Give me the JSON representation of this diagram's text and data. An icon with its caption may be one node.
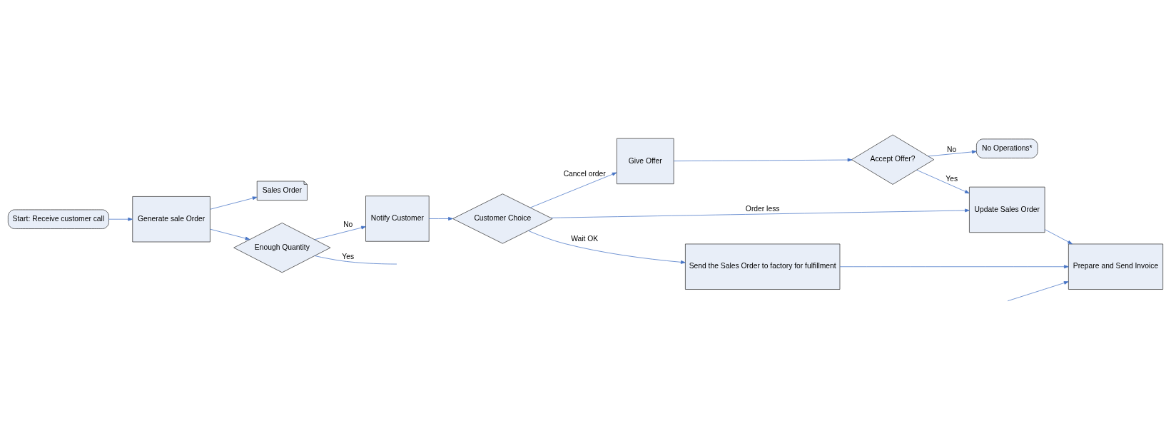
{
  "diagram": {
    "nodes": [
      {
        "text": [
          "Start: Receive customer call"
        ]
      },
      {
        "text": [
          "Generate sale Order"
        ]
      },
      {
        "text": [
          "Sales Order"
        ]
      },
      {
        "text": [
          "Enough Quantity"
        ]
      },
      {
        "text": [
          "Notify Customer"
        ]
      },
      {
        "text": [
          "Customer Choice"
        ]
      },
      {
        "text": [
          "Give Offer"
        ]
      },
      {
        "text": [
          "Accept Offer?"
        ]
      },
      {
        "text": [
          "No Operations*"
        ]
      },
      {
        "text": [
          "Update Sales Order"
        ]
      },
      {
        "text": [
          "Send the Sales Order to factory for fulfillment"
        ]
      },
      {
        "text": [
          "Prepare and Send Invoice"
        ]
      }
    ],
    "edges": [
      {
        "from": 0,
        "to": 1,
        "arrow": "to"
      },
      {
        "from": 1,
        "to": 2,
        "arrow": "to"
      },
      {
        "from": 1,
        "to": 3,
        "arrow": "to"
      },
      {
        "from": 3,
        "to": 4,
        "label": "No",
        "arrow": "to"
      },
      {
        "from": 3,
        "to": null,
        "label": "Yes",
        "arrow": "none"
      },
      {
        "from": 4,
        "to": 5,
        "arrow": "to"
      },
      {
        "from": 5,
        "to": 6,
        "label": "Cancel order",
        "arrow": "to"
      },
      {
        "from": 6,
        "to": 7,
        "arrow": "to"
      },
      {
        "from": 7,
        "to": 8,
        "label": "No",
        "arrow": "to"
      },
      {
        "from": 7,
        "to": 9,
        "label": "Yes",
        "arrow": "to"
      },
      {
        "from": 5,
        "to": 9,
        "label": "Order less",
        "arrow": "to"
      },
      {
        "from": 5,
        "to": 10,
        "label": "Wait OK",
        "arrow": "to"
      },
      {
        "from": 9,
        "to": 11,
        "arrow": "to"
      },
      {
        "from": 10,
        "to": 11,
        "arrow": "to"
      },
      {
        "from": null,
        "to": 11,
        "arrow": "to"
      }
    ]
  }
}
